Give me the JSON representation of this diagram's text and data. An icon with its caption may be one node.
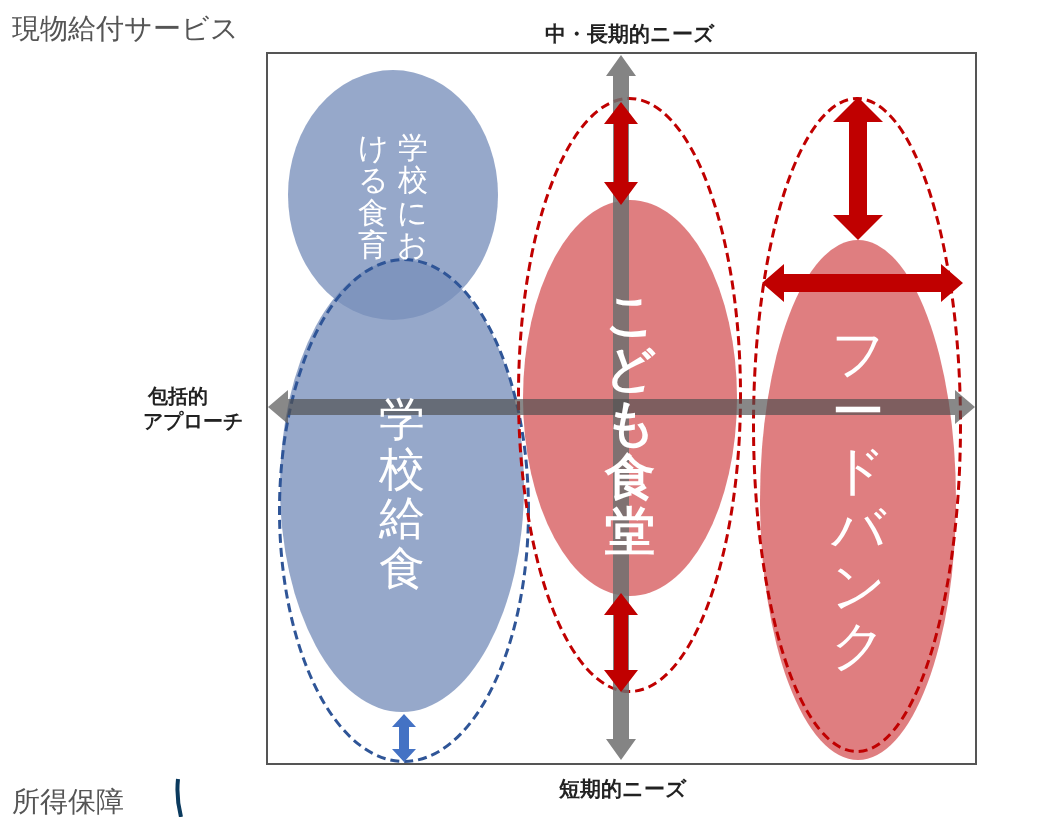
{
  "diagram": {
    "nodes": [
      {
        "text": [
          "学校における食育"
        ]
      },
      {
        "text": [],
        "shape": "ellipse"
      },
      {
        "text": [
          "学校給食"
        ],
        "in": 1
      },
      {
        "text": [],
        "shape": "ellipse"
      },
      {
        "text": [
          "こども食堂"
        ],
        "in": 3
      },
      {
        "text": [],
        "shape": "ellipse"
      },
      {
        "text": [
          "フードバンク"
        ],
        "in": 5
      }
    ],
    "edges": [],
    "labels": [
      "現物給付サービス",
      "中・長期的ニーズ",
      "包括的",
      "アプローチ",
      "短期的ニーズ",
      "所得保障"
    ]
  }
}
